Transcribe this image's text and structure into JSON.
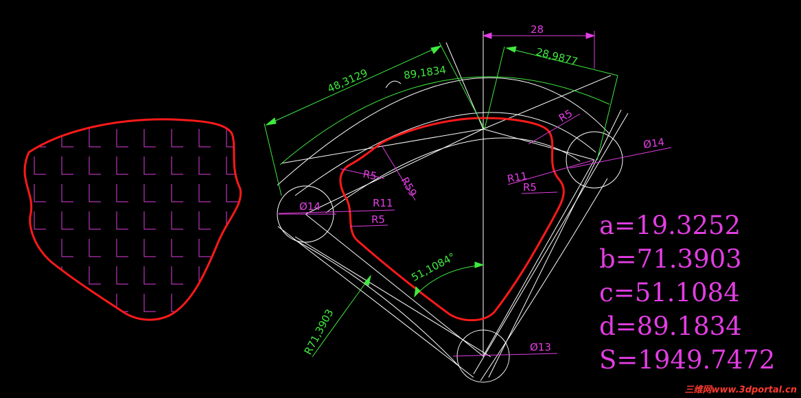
{
  "drawing": {
    "dimensions": {
      "chord_width": "28",
      "chord_offset": "28,9877",
      "outer_length": "48,3129",
      "arc_angle": "89,1834",
      "radius_small_top": "R5",
      "radius_small_left": "R5",
      "radius_59": "R59",
      "radius_11_left": "R11",
      "radius_5_left": "R5",
      "radius_11_right": "R11",
      "radius_5_right": "R5",
      "diameter_left": "Ø14",
      "diameter_right": "Ø14",
      "diameter_bottom": "Ø13",
      "angle_bottom": "51,1084°",
      "radius_71": "R71,3903"
    },
    "results": [
      "a=19.3252",
      "b=71.3903",
      "c=51.1084",
      "d=89.1834",
      "S=1949.7472"
    ],
    "watermark": "三维网www.3dportal.cn",
    "colors": {
      "background": "#000000",
      "construction": "#ffffff",
      "profile": "#ff1a1a",
      "dimension_green": "#3fe93f",
      "dimension_magenta": "#e23ee2",
      "hatch": "#e23ee2"
    }
  }
}
